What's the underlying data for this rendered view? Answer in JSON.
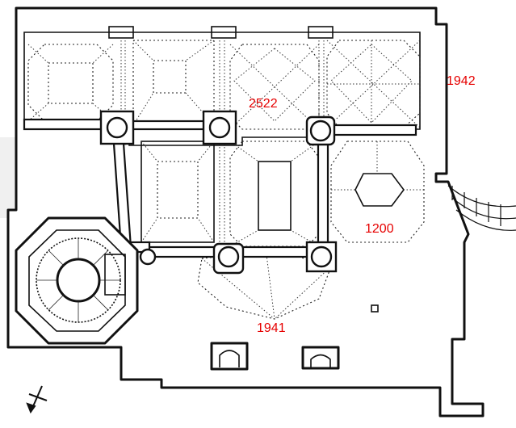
{
  "labels": {
    "room_top_center": "2522",
    "room_top_right": "1942",
    "room_middle_right": "1200",
    "room_bottom_center": "1941"
  },
  "icons": {
    "north_arrow": "north-arrow-icon"
  },
  "colors": {
    "label": "#e60000",
    "wall": "#111111",
    "background": "#ffffff"
  }
}
